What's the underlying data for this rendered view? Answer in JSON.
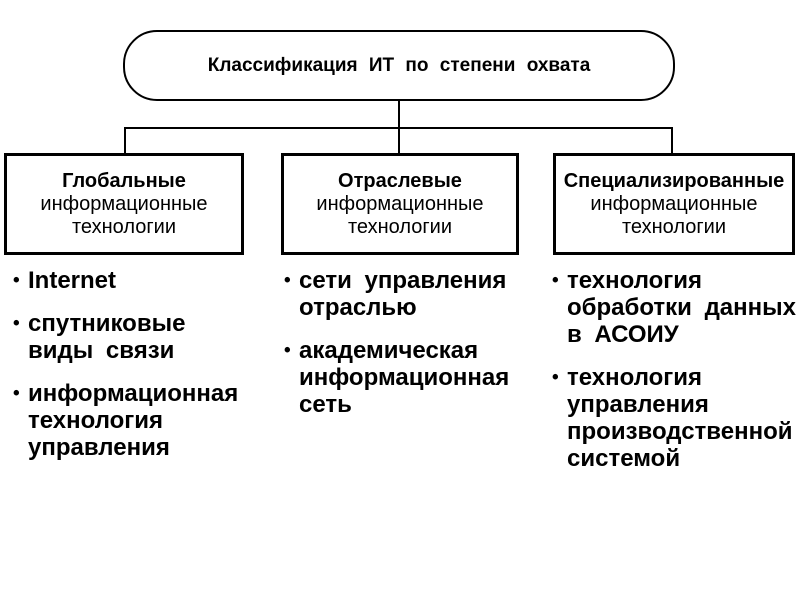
{
  "root": {
    "title": "Классификация ИТ по степени охвата"
  },
  "branches": [
    {
      "head": "Глобальные",
      "subhead": "информационные\nтехнологии",
      "items": [
        "Internet",
        "спутниковые\nвиды связи",
        "информационная\nтехнология\nуправления"
      ]
    },
    {
      "head": "Отраслевые",
      "subhead": "информационные\nтехнологии",
      "items": [
        "сети управления\nотраслью",
        "академическая\nинформационная\nсеть"
      ]
    },
    {
      "head": "Специализированные",
      "subhead": "информационные\nтехнологии",
      "items": [
        "технология\nобработки данных\nв АСОИУ",
        "технология\nуправления\nпроизводственной\nсистемой"
      ]
    }
  ],
  "ui": {
    "bullet": "•",
    "ink_color": "#000000",
    "paper_color": "#ffffff"
  }
}
